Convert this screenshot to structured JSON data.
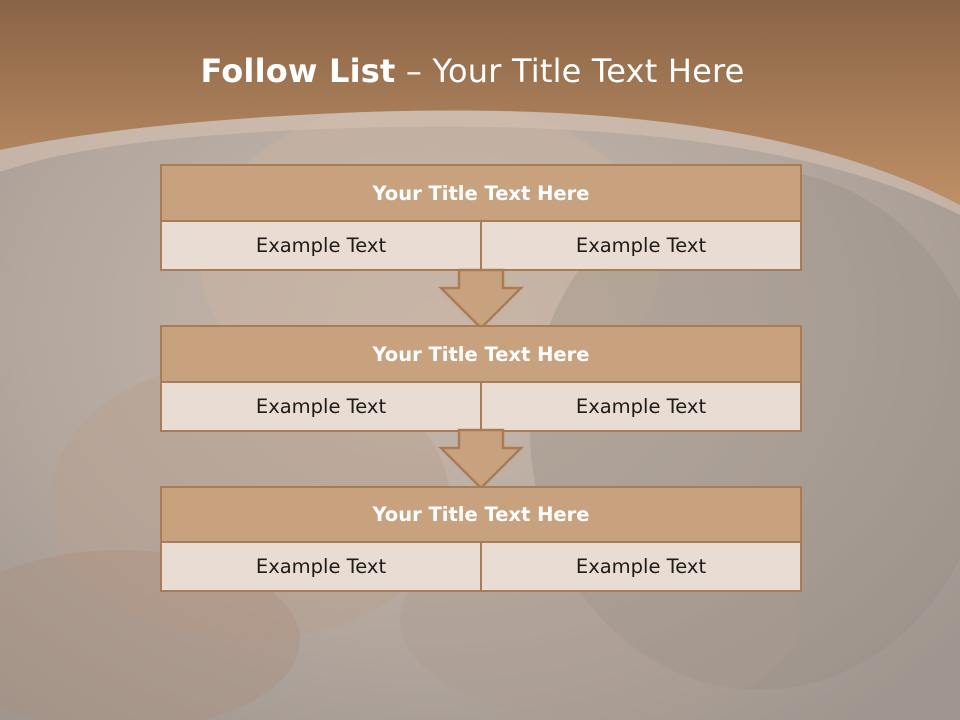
{
  "slide": {
    "title_bold": "Follow List",
    "title_rest": " – Your Title Text Here"
  },
  "boxes": [
    {
      "title": "Your Title Text Here",
      "left": "Example Text",
      "right": "Example Text"
    },
    {
      "title": "Your Title Text Here",
      "left": "Example Text",
      "right": "Example Text"
    },
    {
      "title": "Your Title Text Here",
      "left": "Example Text",
      "right": "Example Text"
    }
  ],
  "colors": {
    "header": "#9c7350",
    "box_title": "#c8a27f",
    "box_cell": "#e9dcd3",
    "border": "#a97c55",
    "background": "#b8aea6"
  },
  "icons": [
    "down-arrow-icon",
    "down-arrow-icon"
  ]
}
